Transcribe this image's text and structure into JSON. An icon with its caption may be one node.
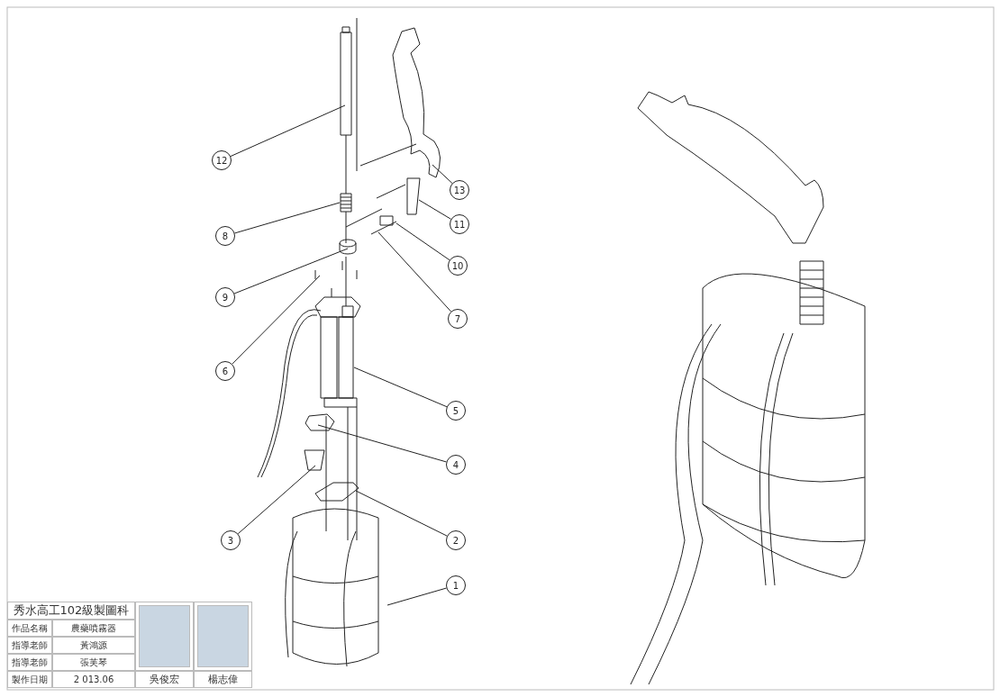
{
  "diagram": {
    "nodes": [
      {
        "text": [
          "12"
        ]
      },
      {
        "text": [
          "13"
        ]
      },
      {
        "text": [
          "11"
        ]
      },
      {
        "text": [
          "8"
        ]
      },
      {
        "text": [
          "10"
        ]
      },
      {
        "text": [
          "9"
        ]
      },
      {
        "text": [
          "7"
        ]
      },
      {
        "text": [
          "6"
        ]
      },
      {
        "text": [
          "5"
        ]
      },
      {
        "text": [
          "4"
        ]
      },
      {
        "text": [
          "3"
        ]
      },
      {
        "text": [
          "2"
        ]
      },
      {
        "text": [
          "1"
        ]
      }
    ],
    "edges": [
      {
        "from": 0,
        "to": null,
        "arrow": "none"
      },
      {
        "from": 1,
        "to": null,
        "arrow": "none"
      },
      {
        "from": 2,
        "to": null,
        "arrow": "none"
      },
      {
        "from": 3,
        "to": null,
        "arrow": "none"
      },
      {
        "from": 4,
        "to": null,
        "arrow": "none"
      },
      {
        "from": 5,
        "to": null,
        "arrow": "none"
      },
      {
        "from": 6,
        "to": null,
        "arrow": "none"
      },
      {
        "from": 7,
        "to": null,
        "arrow": "none"
      },
      {
        "from": 8,
        "to": null,
        "arrow": "none"
      },
      {
        "from": 9,
        "to": null,
        "arrow": "none"
      },
      {
        "from": 10,
        "to": null,
        "arrow": "none"
      },
      {
        "from": 11,
        "to": null,
        "arrow": "none"
      },
      {
        "from": 12,
        "to": null,
        "arrow": "none"
      }
    ],
    "labels": [
      "秀水高工102級製圖科",
      "作品名稱",
      "農藥噴霧器",
      "指導老師",
      "黃鴻源",
      "指導老師",
      "張芙琴",
      "製作日期",
      "2 013.06",
      "吳俊宏",
      "楊志偉"
    ]
  }
}
